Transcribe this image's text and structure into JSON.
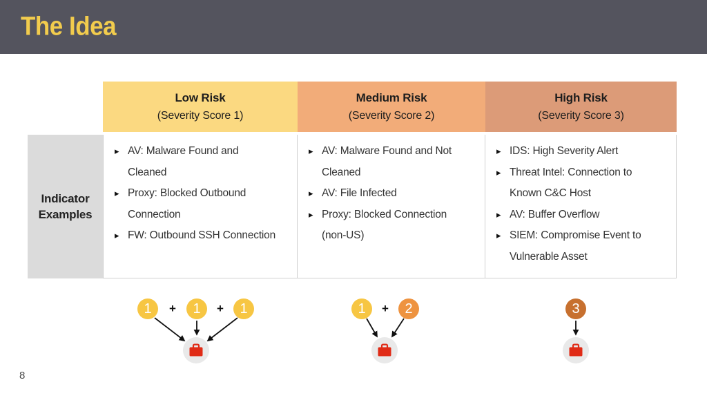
{
  "slide": {
    "title": "The Idea",
    "page_number": "8"
  },
  "table": {
    "row_label": "Indicator\nExamples",
    "bullet": "▸",
    "columns": [
      {
        "title": "Low Risk",
        "subtitle": "(Severity Score 1)",
        "items": [
          "AV: Malware Found and\nCleaned",
          "Proxy: Blocked Outbound\nConnection",
          "FW: Outbound SSH Connection"
        ]
      },
      {
        "title": "Medium Risk",
        "subtitle": "(Severity Score 2)",
        "items": [
          "AV: Malware Found and Not\nCleaned",
          "AV: File Infected",
          "Proxy: Blocked Connection\n(non-US)"
        ]
      },
      {
        "title": "High Risk",
        "subtitle": "(Severity Score 3)",
        "items": [
          "IDS: High Severity Alert",
          "Threat Intel: Connection to\nKnown C&C Host",
          "AV: Buffer Overflow",
          "SIEM: Compromise Event to\nVulnerable Asset"
        ]
      }
    ]
  },
  "diagram": {
    "groups": [
      {
        "badges": [
          "1",
          "1",
          "1"
        ],
        "operator": "+"
      },
      {
        "badges": [
          "1",
          "2"
        ],
        "operator": "+"
      },
      {
        "badges": [
          "3"
        ],
        "operator": ""
      }
    ]
  },
  "colors": {
    "header_bar": "#54545E",
    "title_text": "#F2CC4D",
    "low_risk_header": "#FBD981",
    "medium_risk_header": "#F2AC79",
    "high_risk_header": "#DC9B78",
    "row_label_bg": "#DBDBDB",
    "score1_badge": "#F7C643",
    "score2_badge": "#EE9340",
    "score3_badge": "#C7702F",
    "incident_circle_bg": "#E9E9E9",
    "briefcase_icon": "#E02B16"
  }
}
